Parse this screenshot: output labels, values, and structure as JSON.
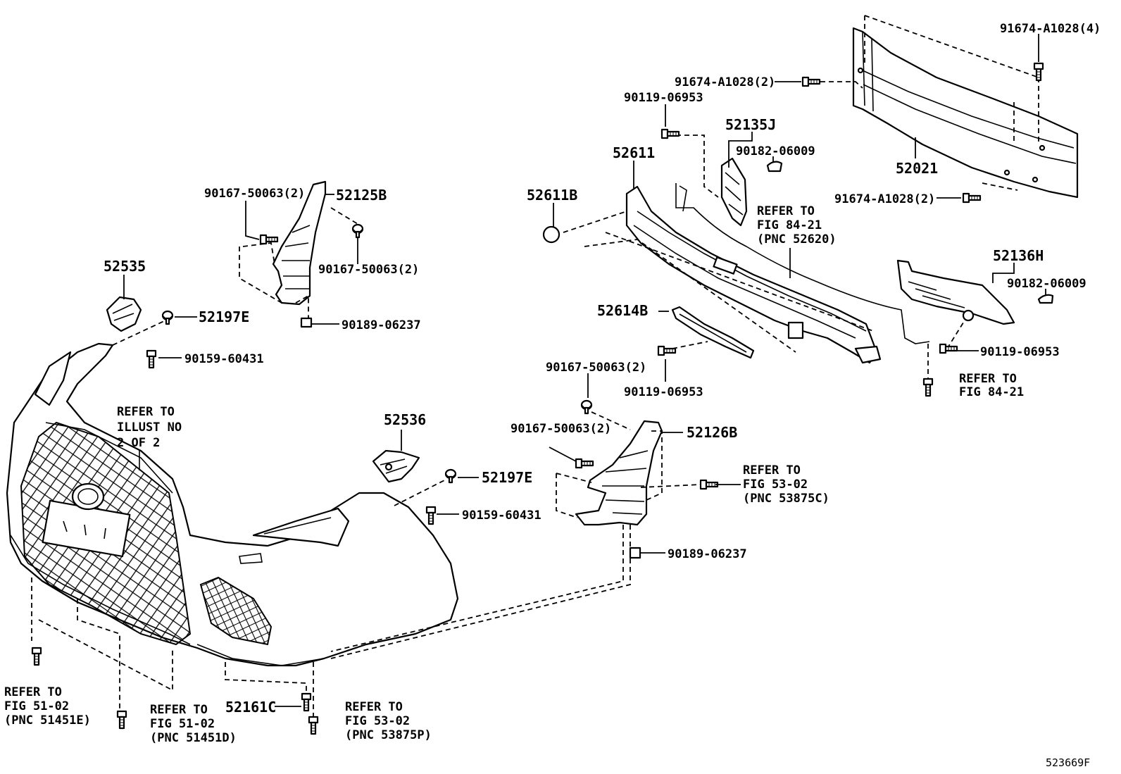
{
  "labels": {
    "bolt_top_right": "91674-A1028(4)",
    "bolt_mid": "91674-A1028(2)",
    "bolt_lower": "91674-A1028(2)",
    "screw_upper": "90119-06953",
    "bracket_52135j": "52135J",
    "clip_52135j": "90182-06009",
    "absorber": "52611",
    "reinforcement": "52021",
    "cap": "52611B",
    "ref_84_21_a_line1": "REFER TO",
    "ref_84_21_a_line2": "FIG 84-21",
    "ref_84_21_a_line3": "(PNC 52620)",
    "bracket_52136h": "52136H",
    "clip_52136h": "90182-06009",
    "support": "52614B",
    "screw_right": "90119-06953",
    "screw_support": "90119-06953",
    "ref_84_21_b_line1": "REFER TO",
    "ref_84_21_b_line2": "FIG 84-21",
    "retainer_left_upper": "90167-50063(2)",
    "retainer_left_lower": "90167-50063(2)",
    "side_bracket_left": "52125B",
    "nut_left": "90189-06237",
    "cover_left": "52535",
    "clip_left": "52197E",
    "screw_left": "90159-60431",
    "ref_illust_line1": "REFER TO",
    "ref_illust_line2": "ILLUST NO",
    "ref_illust_line3": "2 OF 2",
    "cover_right": "52536",
    "clip_right": "52197E",
    "screw_right_small": "90159-60431",
    "retainer_right_upper": "90167-50063(2)",
    "retainer_right_lower": "90167-50063(2)",
    "side_bracket_right": "52126B",
    "ref_53_02_a_line1": "REFER TO",
    "ref_53_02_a_line2": "FIG 53-02",
    "ref_53_02_a_line3": "(PNC 53875C)",
    "nut_right": "90189-06237",
    "ref_51_02_a_line1": "REFER TO",
    "ref_51_02_a_line2": "FIG 51-02",
    "ref_51_02_a_line3": "(PNC 51451E)",
    "ref_51_02_b_line1": "REFER TO",
    "ref_51_02_b_line2": "FIG 51-02",
    "ref_51_02_b_line3": "(PNC 51451D)",
    "lower_cover": "52161C",
    "ref_53_02_b_line1": "REFER TO",
    "ref_53_02_b_line2": "FIG 53-02",
    "ref_53_02_b_line3": "(PNC 53875P)",
    "illustration_number": "523669F"
  }
}
